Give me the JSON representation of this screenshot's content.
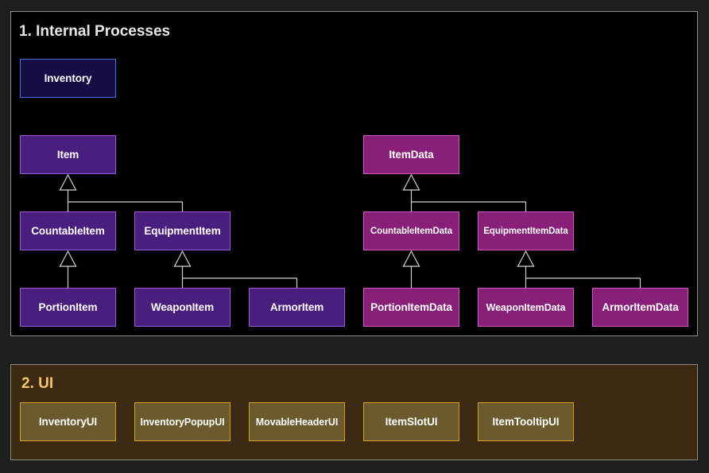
{
  "sections": {
    "internal_title": "1. Internal Processes",
    "ui_title": "2. UI"
  },
  "nodes": {
    "inventory": "Inventory",
    "item": "Item",
    "countable_item": "CountableItem",
    "equipment_item": "EquipmentItem",
    "portion_item": "PortionItem",
    "weapon_item": "WeaponItem",
    "armor_item": "ArmorItem",
    "item_data": "ItemData",
    "countable_item_data": "CountableItemData",
    "equipment_item_data": "EquipmentItemData",
    "portion_item_data": "PortionItemData",
    "weapon_item_data": "WeaponItemData",
    "armor_item_data": "ArmorItemData"
  },
  "ui_nodes": {
    "inventory_ui": "InventoryUI",
    "inventory_popup_ui": "InventoryPopupUI",
    "movable_header_ui": "MovableHeaderUI",
    "item_slot_ui": "ItemSlotUI",
    "item_tooltip_ui": "ItemTooltipUI"
  },
  "inheritance": [
    {
      "parent": "item",
      "children": [
        "countable_item",
        "equipment_item"
      ]
    },
    {
      "parent": "countable_item",
      "children": [
        "portion_item"
      ]
    },
    {
      "parent": "equipment_item",
      "children": [
        "weapon_item",
        "armor_item"
      ]
    },
    {
      "parent": "item_data",
      "children": [
        "countable_item_data",
        "equipment_item_data"
      ]
    },
    {
      "parent": "countable_item_data",
      "children": [
        "portion_item_data"
      ]
    },
    {
      "parent": "equipment_item_data",
      "children": [
        "weapon_item_data",
        "armor_item_data"
      ]
    }
  ],
  "colors": {
    "panel_internal_bg": "#000000",
    "panel_ui_bg": "#3d2a12",
    "inventory_box": "#160c46",
    "item_box": "#4a1e7c",
    "item_data_box": "#88207a",
    "ui_box": "#6a5a2e",
    "ui_border": "#d8a020",
    "connector": "#cfcfcf"
  }
}
